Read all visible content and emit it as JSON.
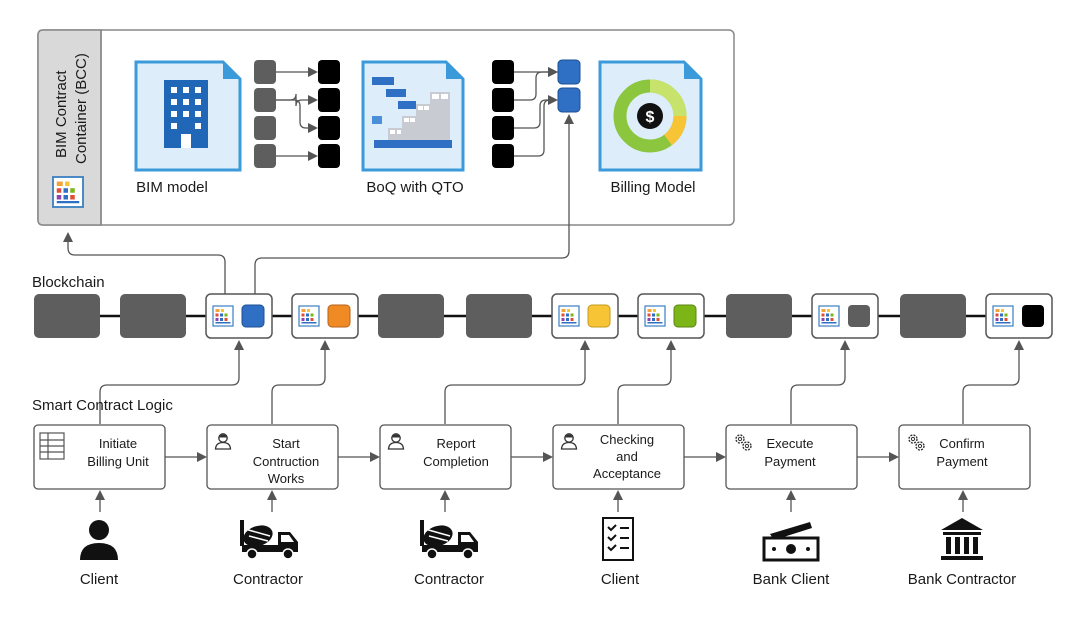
{
  "container": {
    "title_line1": "BIM Contract",
    "title_line2": "Container (BCC)",
    "docs": [
      {
        "label": "BIM model",
        "icon": "building-icon"
      },
      {
        "label": "BoQ with QTO",
        "icon": "quantity-chart-icon"
      },
      {
        "label": "Billing Model",
        "icon": "dollar-donut-icon"
      }
    ]
  },
  "blockchain": {
    "title": "Blockchain",
    "block_colors": {
      "blue": "#2f6fc4",
      "orange": "#f08a24",
      "yellow": "#f7c436",
      "green": "#7cb518",
      "gray": "#5e5e5e",
      "black": "#000000"
    }
  },
  "logic": {
    "title": "Smart Contract Logic",
    "steps": [
      {
        "line1": "Initiate",
        "line2": "Billing Unit",
        "line3": "",
        "icon": "table-icon"
      },
      {
        "line1": "Start",
        "line2": "Contruction",
        "line3": "Works",
        "icon": "worker-icon"
      },
      {
        "line1": "Report",
        "line2": "Completion",
        "line3": "",
        "icon": "worker-icon"
      },
      {
        "line1": "Checking",
        "line2": "and",
        "line3": "Acceptance",
        "icon": "worker-icon"
      },
      {
        "line1": "Execute",
        "line2": "Payment",
        "line3": "",
        "icon": "gears-icon"
      },
      {
        "line1": "Confirm",
        "line2": "Payment",
        "line3": "",
        "icon": "gears-icon"
      }
    ]
  },
  "actors": [
    {
      "label": "Client",
      "icon": "person-icon"
    },
    {
      "label": "Contractor",
      "icon": "cement-truck-icon"
    },
    {
      "label": "Contractor",
      "icon": "cement-truck-icon"
    },
    {
      "label": "Client",
      "icon": "checklist-icon"
    },
    {
      "label": "Bank Client",
      "icon": "cash-icon"
    },
    {
      "label": "Bank Contractor",
      "icon": "bank-icon"
    }
  ]
}
